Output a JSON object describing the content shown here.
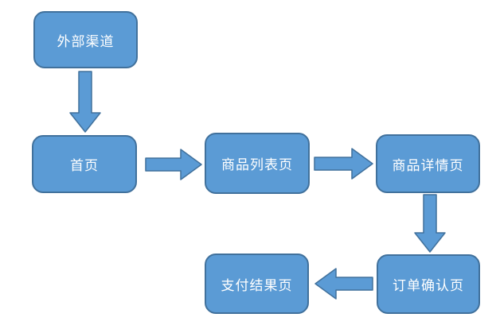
{
  "diagram": {
    "type": "flowchart",
    "nodes": [
      {
        "id": "external-channel",
        "label": "外部渠道"
      },
      {
        "id": "home",
        "label": "首页"
      },
      {
        "id": "product-list",
        "label": "商品列表页"
      },
      {
        "id": "product-detail",
        "label": "商品详情页"
      },
      {
        "id": "order-confirm",
        "label": "订单确认页"
      },
      {
        "id": "payment-result",
        "label": "支付结果页"
      }
    ],
    "edges": [
      {
        "from": "外部渠道",
        "to": "首页",
        "direction": "down"
      },
      {
        "from": "首页",
        "to": "商品列表页",
        "direction": "right"
      },
      {
        "from": "商品列表页",
        "to": "商品详情页",
        "direction": "right"
      },
      {
        "from": "商品详情页",
        "to": "订单确认页",
        "direction": "down"
      },
      {
        "from": "订单确认页",
        "to": "支付结果页",
        "direction": "left"
      }
    ],
    "colors": {
      "node_fill": "#5B9BD5",
      "node_border": "#41719C",
      "node_text": "#FFFFFF",
      "background": "#FFFFFF"
    }
  }
}
